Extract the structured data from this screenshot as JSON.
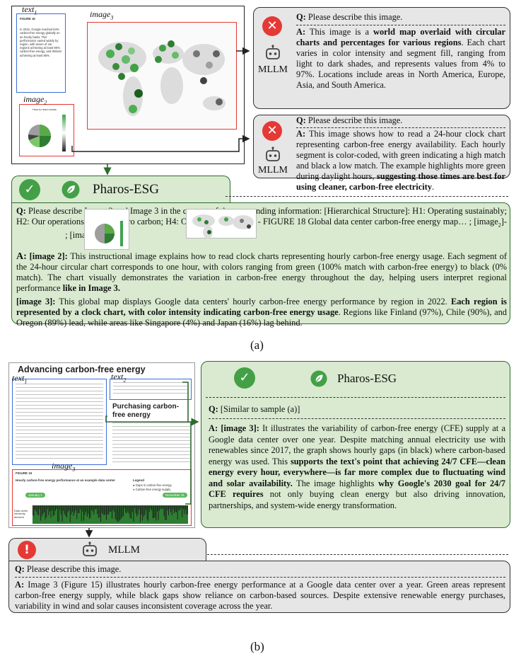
{
  "panel_a": {
    "caption": "(a)",
    "doc": {
      "text1_tag": "text",
      "text1_sub": "1",
      "image2_tag": "image",
      "image2_sub": "2",
      "image3_tag": "image",
      "image3_sub": "3",
      "text1_heading": "FIGURE 18",
      "text1_body": "In 2022, Google reached 64% carbon-free energy globally on an hourly basis. This performance varied widely by region, with seven of our regions achieving at least 90% carbon-free energy, and thirteen achieving at least 85%.",
      "image2_title": "How to read clocks"
    },
    "mllm1": {
      "label": "MLLM",
      "q_prefix": "Q:",
      "q_text": "Please describe this image.",
      "a_prefix": "A:",
      "a_parts": [
        {
          "t": "This image is a ",
          "b": false
        },
        {
          "t": "world map overlaid with circular charts and percentages for various regions",
          "b": true
        },
        {
          "t": ". Each chart varies in color intensity and segment fill, ranging from light to dark shades, and represents values from 4% to 97%. Locations include areas in North America, Europe, Asia, and South America.",
          "b": false
        }
      ]
    },
    "mllm2": {
      "label": "MLLM",
      "q_prefix": "Q:",
      "q_text": "Please describe this image.",
      "a_prefix": "A:",
      "a_parts": [
        {
          "t": "This image shows how to read a 24-hour clock chart representing carbon-free energy availability. Each hourly segment is color-coded, with green indicating a high match and black a low match. The example highlights more green during daylight hours, ",
          "b": false
        },
        {
          "t": "suggesting those times are best for using cleaner, carbon-free electricity",
          "b": true
        },
        {
          "t": ".",
          "b": false
        }
      ]
    },
    "pharos": {
      "title": "Pharos-ESG",
      "q_prefix": "Q:",
      "q_text": "Please describe Image 2 and Image 3 in the context of the surrounding information: [Hierarchical Structure]: H1: Operating sustainably; H2: Our operations; H3: Net-zero carbon; H4: Our approach; [text",
      "q_text_sub": "1",
      "q_text_tail": "] - FIGURE 18 Global data center carbon-free energy map… ; [image",
      "q_img2_sub": "2",
      "q_mid": "]-",
      "q_img3_pre": "; [image",
      "q_img3_sub": "3",
      "q_end": "]-",
      "a_prefix": "A:",
      "a2_label": "[image 2]:",
      "a2_parts": [
        {
          "t": " This instructional image explains how to read clock charts representing hourly carbon-free energy usage. Each segment of the 24-hour circular chart corresponds to one hour, with colors ranging from green (100% match with carbon-free energy) to black (0% match). The chart visually demonstrates the variation in carbon-free energy throughout the day, helping users interpret regional performance ",
          "b": false
        },
        {
          "t": "like in Image 3.",
          "b": true
        }
      ],
      "a3_label": "[image 3]:",
      "a3_parts": [
        {
          "t": " This global map displays Google data centers' hourly carbon-free energy performance by region in 2022. ",
          "b": false
        },
        {
          "t": "Each region is represented by a clock chart, with color intensity indicating carbon-free energy usage",
          "b": true
        },
        {
          "t": ". Regions like Finland (97%), Chile (90%), and Oregon (89%) lead, while areas like Singapore (4%) and Japan (16%) lag behind.",
          "b": false
        }
      ]
    }
  },
  "panel_b": {
    "caption": "(b)",
    "doc": {
      "heading": "Advancing carbon-free energy",
      "text1_tag": "text",
      "text1_sub": "1",
      "text2_tag": "text",
      "text2_sub": "2",
      "image3_tag": "image",
      "image3_sub": "3",
      "purchasing": "Purchasing carbon-free energy",
      "figure_label": "FIGURE 15",
      "figure_title": "Hourly carbon-free energy performance at an example data center",
      "legend": "Legend",
      "legend1": "Gaps in carbon-free energy",
      "legend2": "Carbon-free energy supply",
      "jan": "January 1",
      "dec": "December 31",
      "axis": "Data center electricity demand"
    },
    "pharos": {
      "title": "Pharos-ESG",
      "q_prefix": "Q:",
      "q_text": "[Similar to sample (a)]",
      "a_prefix": "A:",
      "a_label": "[image 3]:",
      "a_parts": [
        {
          "t": " It illustrates the variability of carbon-free energy (CFE) supply at a Google data center over one year. Despite matching annual electricity use with renewables since 2017, the graph shows hourly gaps (in black) where carbon-based energy was used. This ",
          "b": false
        },
        {
          "t": "supports the text's point that achieving 24/7 CFE—clean energy every hour, everywhere—is far more complex due to fluctuating wind and solar availability.",
          "b": true
        },
        {
          "t": " The image highlights ",
          "b": false
        },
        {
          "t": "why Google's 2030 goal for 24/7 CFE requires",
          "b": true
        },
        {
          "t": " not only buying clean energy but also driving innovation, partnerships, and system-wide energy transformation.",
          "b": false
        }
      ]
    },
    "mllm": {
      "label": "MLLM",
      "q_prefix": "Q:",
      "q_text": "Please describe this image.",
      "a_prefix": "A:",
      "a_text": "Image 3 (Figure 15) illustrates hourly carbon-free energy performance at a Google data center over a year. Green areas represent carbon-free energy supply, while black gaps show reliance on carbon-based sources. Despite extensive renewable energy purchases, variability in wind and solar causes inconsistent coverage across the year."
    }
  }
}
